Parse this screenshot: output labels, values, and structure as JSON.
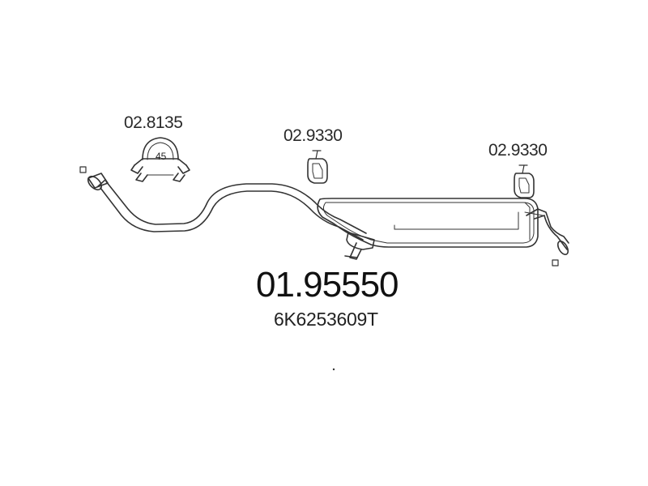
{
  "parts": {
    "clamp_ref": "02.8135",
    "clamp_size": "45",
    "hanger_ref_1": "02.9330",
    "hanger_ref_2": "02.9330"
  },
  "product": {
    "part_number": "01.95550",
    "oem_number": "6K6253609T"
  },
  "colors": {
    "line": "#333333",
    "background": "#ffffff"
  }
}
